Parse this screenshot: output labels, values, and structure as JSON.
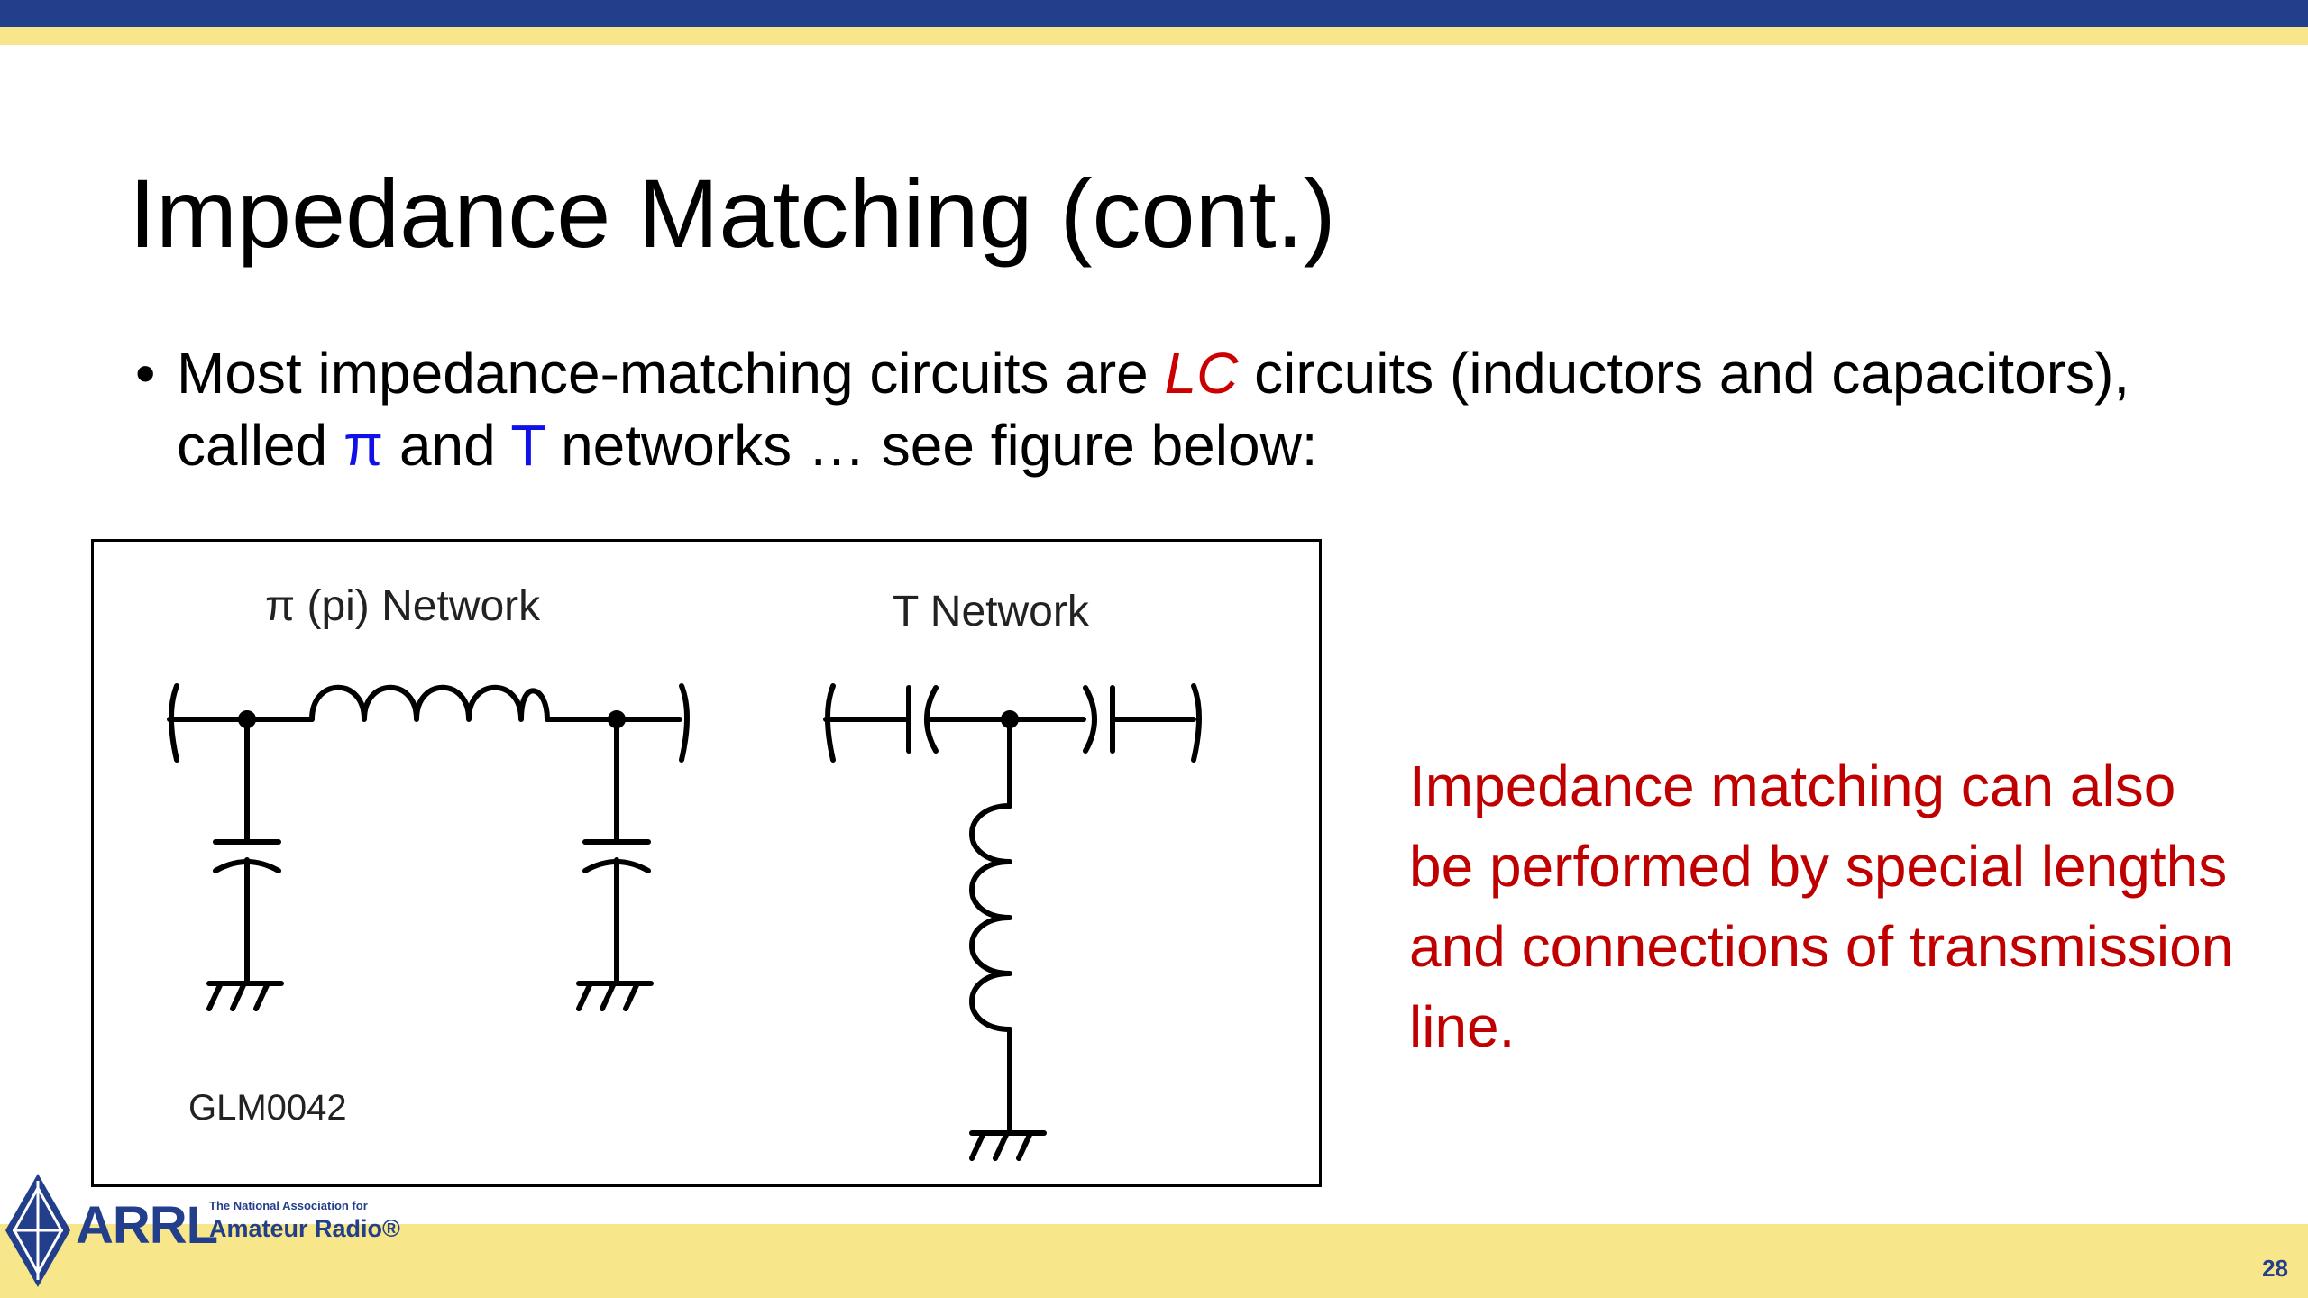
{
  "slide": {
    "title": "Impedance Matching (cont.)",
    "bullet": {
      "marker": "•",
      "text_1": "Most impedance-matching circuits are ",
      "lc": "LC",
      "text_2": " circuits (inductors and capacitors), called ",
      "pi": "π",
      "text_3": " and ",
      "t": "T",
      "text_4": " networks … see figure below:"
    },
    "side_note": "Impedance matching can also be performed by special lengths and connections of transmission line.",
    "page_number": "28"
  },
  "figure": {
    "pi_label": "π (pi) Network",
    "t_label": "T Network",
    "code": "GLM0042"
  },
  "logo": {
    "name": "ARRL",
    "tagline_small": "The National Association for",
    "tagline_big": "Amateur Radio®",
    "icon": "arrl-diamond-logo-icon"
  },
  "colors": {
    "brand_blue": "#233f8c",
    "band_yellow": "#f7e68a",
    "accent_red": "#c00000",
    "accent_blue": "#1010e8"
  }
}
